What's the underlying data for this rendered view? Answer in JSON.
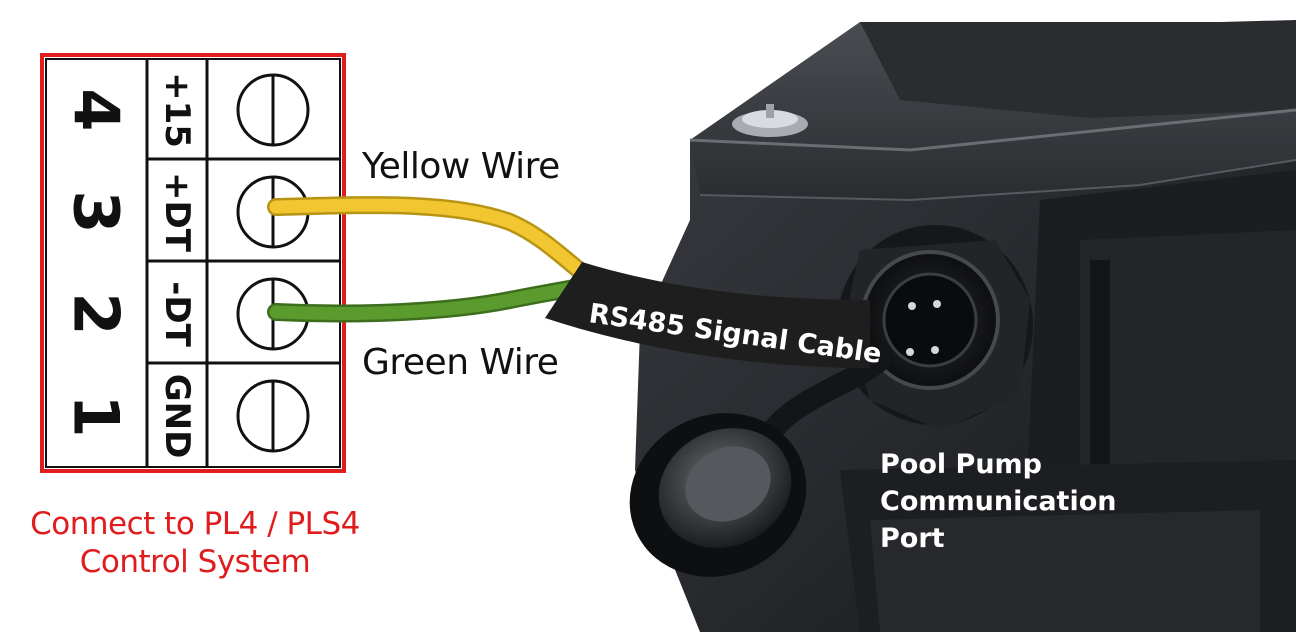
{
  "terminal_block": {
    "rows": [
      {
        "pin": "4",
        "signal": "+15"
      },
      {
        "pin": "3",
        "signal": "+DT"
      },
      {
        "pin": "2",
        "signal": "-DT"
      },
      {
        "pin": "1",
        "signal": "GND"
      }
    ],
    "border_color": "#e01c1c"
  },
  "wires": {
    "yellow": {
      "label": "Yellow Wire",
      "color": "#f2c630"
    },
    "green": {
      "label": "Green Wire",
      "color": "#5b9b2e"
    }
  },
  "cable": {
    "label": "RS485 Signal Cable",
    "color": "#1e1e1e"
  },
  "caption": {
    "line1": "Connect to PL4 / PLS4",
    "line2": "Control System",
    "color": "#e01c1c"
  },
  "port": {
    "line1": "Pool Pump",
    "line2": "Communication",
    "line3": "Port"
  }
}
